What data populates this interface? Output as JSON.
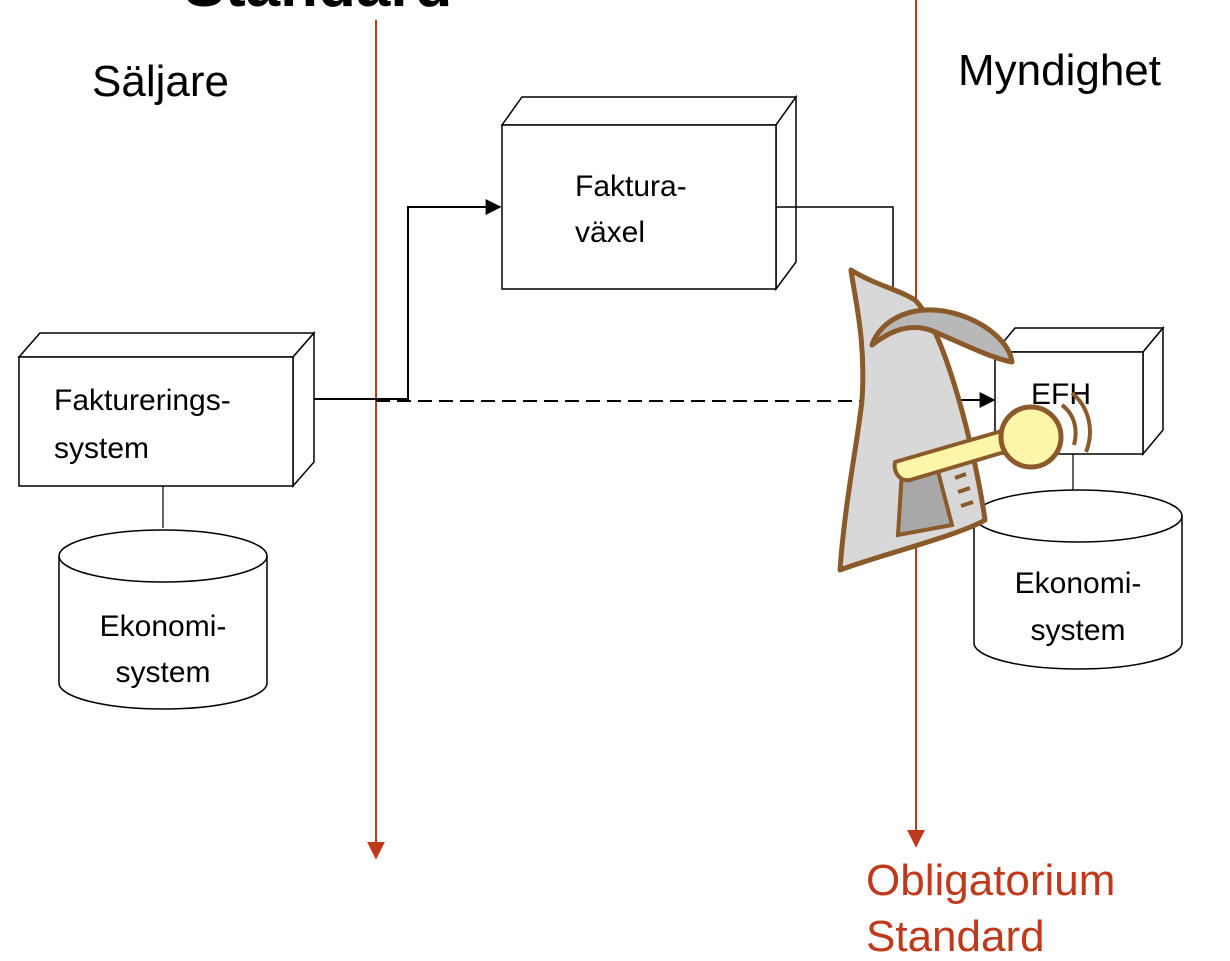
{
  "top_heading": "Standard",
  "left_heading": "Säljare",
  "right_heading": "Myndighet",
  "boxes": {
    "fakturavaxel": {
      "line1": "Faktura-",
      "line2": "växel"
    },
    "faktureringssystem": {
      "line1": "Fakturerings-",
      "line2": "system"
    },
    "efh": {
      "label": "EFH"
    }
  },
  "databases": {
    "seller": {
      "line1": "Ekonomi-",
      "line2": "system"
    },
    "authority": {
      "line1": "Ekonomi-",
      "line2": "system"
    }
  },
  "bottom_label": {
    "line1": "Obligatorium",
    "line2": "Standard"
  },
  "colors": {
    "divider": "#c0391b",
    "label_red": "#c0391b",
    "line": "#000000",
    "clipart_fill": "#d8d8d8",
    "clipart_outline": "#8b5a2b",
    "key_fill": "#fdf6a8"
  },
  "icons": [
    "hand-with-key-clipart-icon"
  ]
}
